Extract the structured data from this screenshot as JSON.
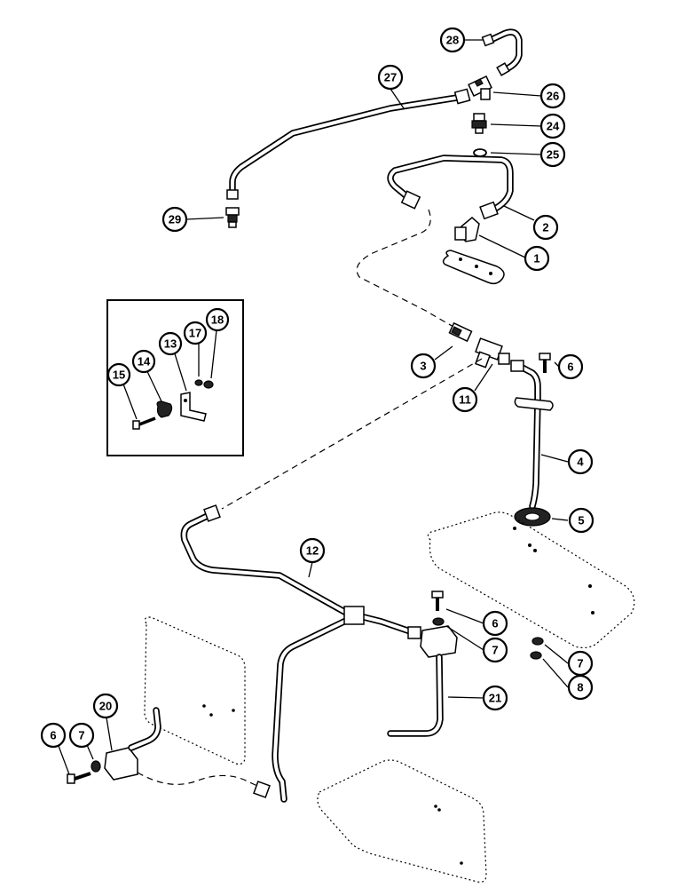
{
  "diagram": {
    "callouts": [
      {
        "id": "c28",
        "label": "28"
      },
      {
        "id": "c27",
        "label": "27"
      },
      {
        "id": "c26",
        "label": "26"
      },
      {
        "id": "c24",
        "label": "24"
      },
      {
        "id": "c25",
        "label": "25"
      },
      {
        "id": "c29",
        "label": "29"
      },
      {
        "id": "c2",
        "label": "2"
      },
      {
        "id": "c1",
        "label": "1"
      },
      {
        "id": "c18",
        "label": "18"
      },
      {
        "id": "c17",
        "label": "17"
      },
      {
        "id": "c13",
        "label": "13"
      },
      {
        "id": "c14",
        "label": "14"
      },
      {
        "id": "c15",
        "label": "15"
      },
      {
        "id": "c3",
        "label": "3"
      },
      {
        "id": "c6a",
        "label": "6"
      },
      {
        "id": "c11",
        "label": "11"
      },
      {
        "id": "c4",
        "label": "4"
      },
      {
        "id": "c5",
        "label": "5"
      },
      {
        "id": "c12",
        "label": "12"
      },
      {
        "id": "c6b",
        "label": "6"
      },
      {
        "id": "c7a",
        "label": "7"
      },
      {
        "id": "c7b",
        "label": "7"
      },
      {
        "id": "c8",
        "label": "8"
      },
      {
        "id": "c21",
        "label": "21"
      },
      {
        "id": "c20",
        "label": "20"
      },
      {
        "id": "c6c",
        "label": "6"
      },
      {
        "id": "c7c",
        "label": "7"
      }
    ]
  }
}
